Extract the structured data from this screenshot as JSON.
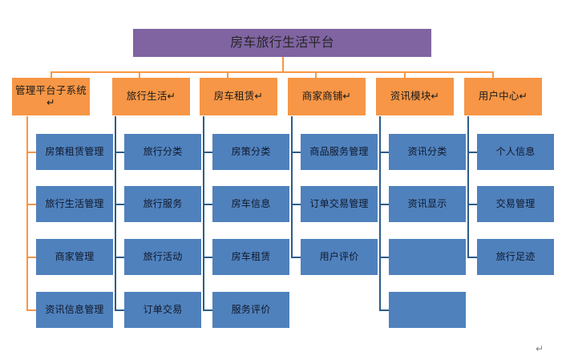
{
  "diagram": {
    "title": "房车旅行生活平台",
    "colors": {
      "root_fill": "#8064A2",
      "level2_fill": "#F79646",
      "level3_fill": "#4F81BD",
      "orange_connector": "#F79646",
      "blue_connector": "#2E5C8A",
      "background": "#FFFFFF"
    },
    "root": {
      "label": "房车旅行生活平台"
    },
    "branches": [
      {
        "label": "管理平台子系统↵",
        "children": [
          {
            "label": "房策租赁管理"
          },
          {
            "label": "旅行生活管理"
          },
          {
            "label": "商家管理"
          },
          {
            "label": "资讯信息管理"
          }
        ]
      },
      {
        "label": "旅行生活↵",
        "children": [
          {
            "label": "旅行分类"
          },
          {
            "label": "旅行服务"
          },
          {
            "label": "旅行活动"
          },
          {
            "label": "订单交易"
          }
        ]
      },
      {
        "label": "房车租赁↵",
        "children": [
          {
            "label": "房策分类"
          },
          {
            "label": "房车信息"
          },
          {
            "label": "房车租赁"
          },
          {
            "label": "服务评价"
          }
        ]
      },
      {
        "label": "商家商铺↵",
        "children": [
          {
            "label": "商品服务管理"
          },
          {
            "label": "订单交易管理"
          },
          {
            "label": "用户评价"
          }
        ]
      },
      {
        "label": "资讯模块↵",
        "children": [
          {
            "label": "资讯分类"
          },
          {
            "label": "资讯显示"
          },
          {
            "label": ""
          },
          {
            "label": ""
          }
        ]
      },
      {
        "label": "用户中心↵",
        "children": [
          {
            "label": "个人信息"
          },
          {
            "label": "交易管理"
          },
          {
            "label": "旅行足迹"
          }
        ]
      }
    ],
    "footer_mark": "↵"
  }
}
